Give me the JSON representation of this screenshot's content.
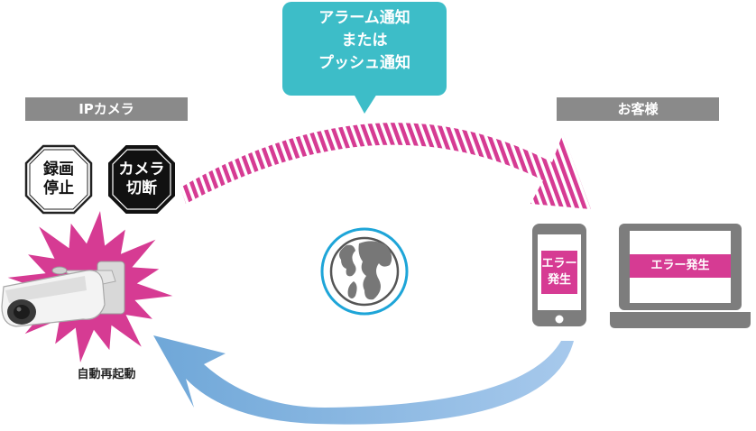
{
  "notification_bubble": {
    "line1": "アラーム通知",
    "line2": "または",
    "line3": "プッシュ通知"
  },
  "camera_label": "IPカメラ",
  "customer_label": "お客様",
  "signs": {
    "recording_stop": {
      "line1": "録画",
      "line2": "停止"
    },
    "camera_disconnect": {
      "line1": "カメラ",
      "line2": "切断"
    }
  },
  "phone_screen": {
    "line1": "エラー",
    "line2": "発生"
  },
  "laptop_screen": {
    "text": "エラー発生"
  },
  "auto_restart_label": "自動再起動",
  "colors": {
    "teal": "#3dbdc8",
    "magenta": "#d63b93",
    "gray": "#8a8a8a",
    "blue_arrow": "#7aaedb",
    "globe_ring": "#1ea5d8"
  }
}
